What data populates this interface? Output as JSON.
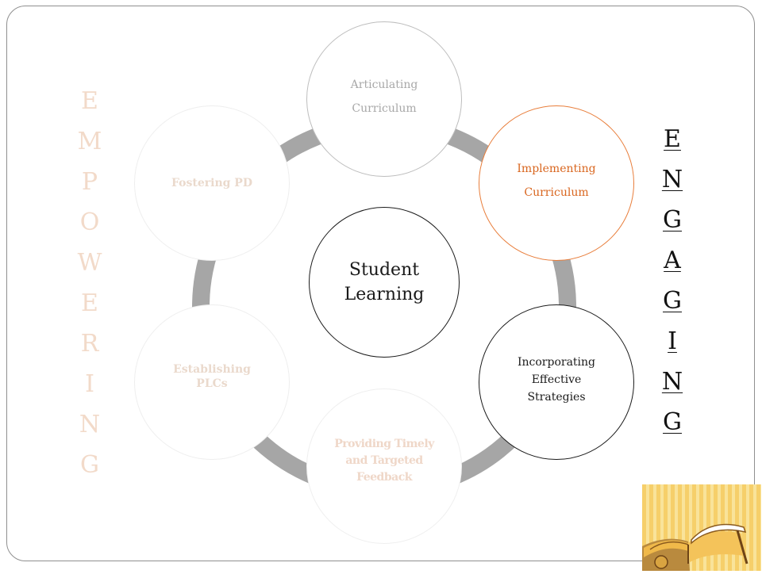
{
  "diagram": {
    "center": "Student\nLearning",
    "nodes": {
      "articulating": "Articulating\nCurriculum",
      "implementing": "Implementing\nCurriculum",
      "incorporating": "Incorporating\nEffective\nStrategies",
      "providing": "Providing Timely\nand Targeted\nFeedback",
      "establishing": "Establishing\nPLCs",
      "fostering": "Fostering PD"
    }
  },
  "left_word": [
    "E",
    "M",
    "P",
    "O",
    "W",
    "E",
    "R",
    "I",
    "N",
    "G"
  ],
  "right_word": [
    "E",
    "N",
    "G",
    "A",
    "G",
    "I",
    "N",
    "G"
  ],
  "colors": {
    "ring": "#a6a6a6",
    "implementing": "#d9661f",
    "faded": "#ead9cc",
    "text": "#1a1a1a"
  },
  "icons": {
    "corner_image": "open-book-icon"
  }
}
